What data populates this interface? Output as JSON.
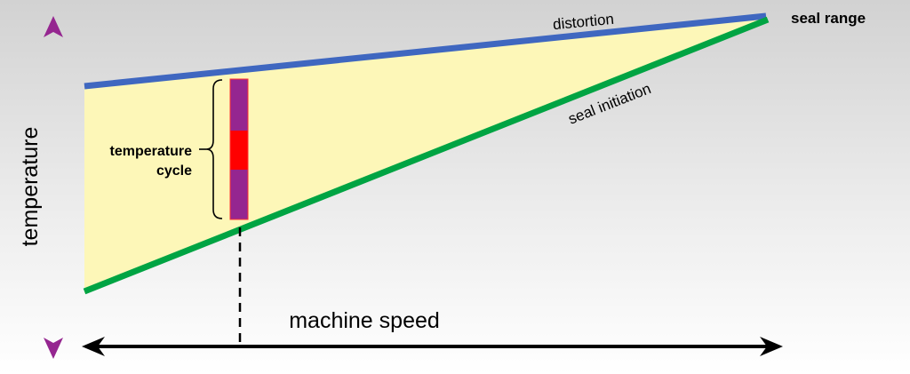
{
  "labels": {
    "distortion": "distortion",
    "seal_initiation": "seal initiation",
    "seal_range": "seal range",
    "temperature_cycle_line1": "temperature",
    "temperature_cycle_line2": "cycle",
    "y_axis": "temperature",
    "x_axis": "machine speed"
  },
  "colors": {
    "distortion_line": "#3f67c0",
    "seal_initiation_line": "#00a443",
    "seal_window_fill": "#fdf7b8",
    "cycle_purple": "#952690",
    "cycle_red": "#ff0000"
  }
}
